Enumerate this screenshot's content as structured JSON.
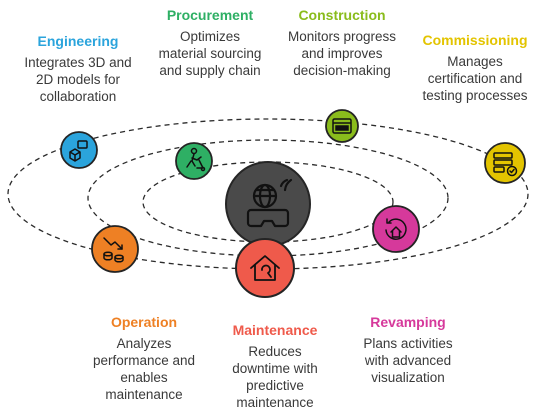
{
  "hub": {
    "icon": "vr-headset-globe-icon",
    "color": "#4a4a4a"
  },
  "phases": [
    {
      "key": "engineering",
      "title": "Engineering",
      "description": "Integrates 3D and\n2D models for\ncollaboration",
      "color": "#2ba4dc",
      "icon": "3d-model-icon"
    },
    {
      "key": "procurement",
      "title": "Procurement",
      "description": "Optimizes\nmaterial sourcing\nand supply chain",
      "color": "#2eaf64",
      "icon": "hand-truck-icon"
    },
    {
      "key": "construction",
      "title": "Construction",
      "description": "Monitors progress\nand improves\ndecision-making",
      "color": "#8abc1c",
      "icon": "progress-dashboard-icon"
    },
    {
      "key": "commissioning",
      "title": "Commissioning",
      "description": "Manages\ncertification and\ntesting processes",
      "color": "#e3c400",
      "icon": "server-check-icon"
    },
    {
      "key": "revamping",
      "title": "Revamping",
      "description": "Plans activities\nwith advanced\nvisualization",
      "color": "#d6399b",
      "icon": "home-refresh-icon"
    },
    {
      "key": "maintenance",
      "title": "Maintenance",
      "description": "Reduces\ndowntime with\npredictive\nmaintenance",
      "color": "#ef5a4b",
      "icon": "house-wrench-icon"
    },
    {
      "key": "operation",
      "title": "Operation",
      "description": "Analyzes\nperformance and\nenables\nmaintenance",
      "color": "#ee8024",
      "icon": "chart-coins-icon"
    }
  ]
}
